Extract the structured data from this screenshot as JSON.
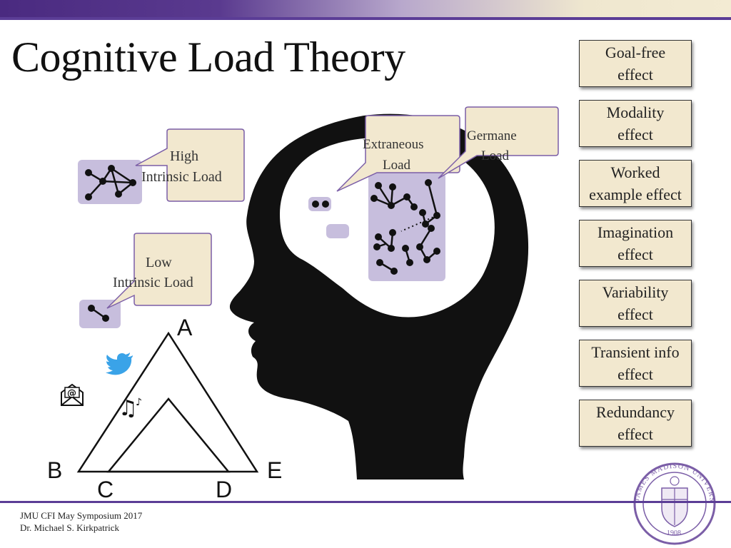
{
  "slide": {
    "title": "Cognitive Load Theory"
  },
  "effects": [
    {
      "line1": "Goal-free",
      "line2": "effect"
    },
    {
      "line1": "Modality",
      "line2": "effect"
    },
    {
      "line1": "Worked",
      "line2": "example effect"
    },
    {
      "line1": "Imagination",
      "line2": "effect"
    },
    {
      "line1": "Variability",
      "line2": "effect"
    },
    {
      "line1": "Transient info",
      "line2": "effect"
    },
    {
      "line1": "Redundancy",
      "line2": "effect"
    }
  ],
  "callouts": {
    "high": {
      "line1": "High",
      "line2": "Intrinsic Load"
    },
    "low": {
      "line1": "Low",
      "line2": "Intrinsic Load"
    },
    "extraneous": {
      "line1": "Extraneous",
      "line2": "Load"
    },
    "germane": {
      "line1": "Germane",
      "line2": "Load"
    }
  },
  "triangle_labels": {
    "a": "A",
    "b": "B",
    "c": "C",
    "d": "D",
    "e": "E"
  },
  "footer": {
    "line1": "JMU CFI May Symposium 2017",
    "line2": "Dr. Michael S. Kirkpatrick"
  },
  "seal": {
    "top_text": "JAMES MADISON UNIVERSITY",
    "year": "1908"
  },
  "colors": {
    "accent_purple": "#5b3d96",
    "box_fill": "#f2e8cf",
    "lavender": "#c7bedd"
  },
  "icons": [
    "twitter-bird-icon",
    "email-at-icon",
    "music-notes-icon"
  ]
}
